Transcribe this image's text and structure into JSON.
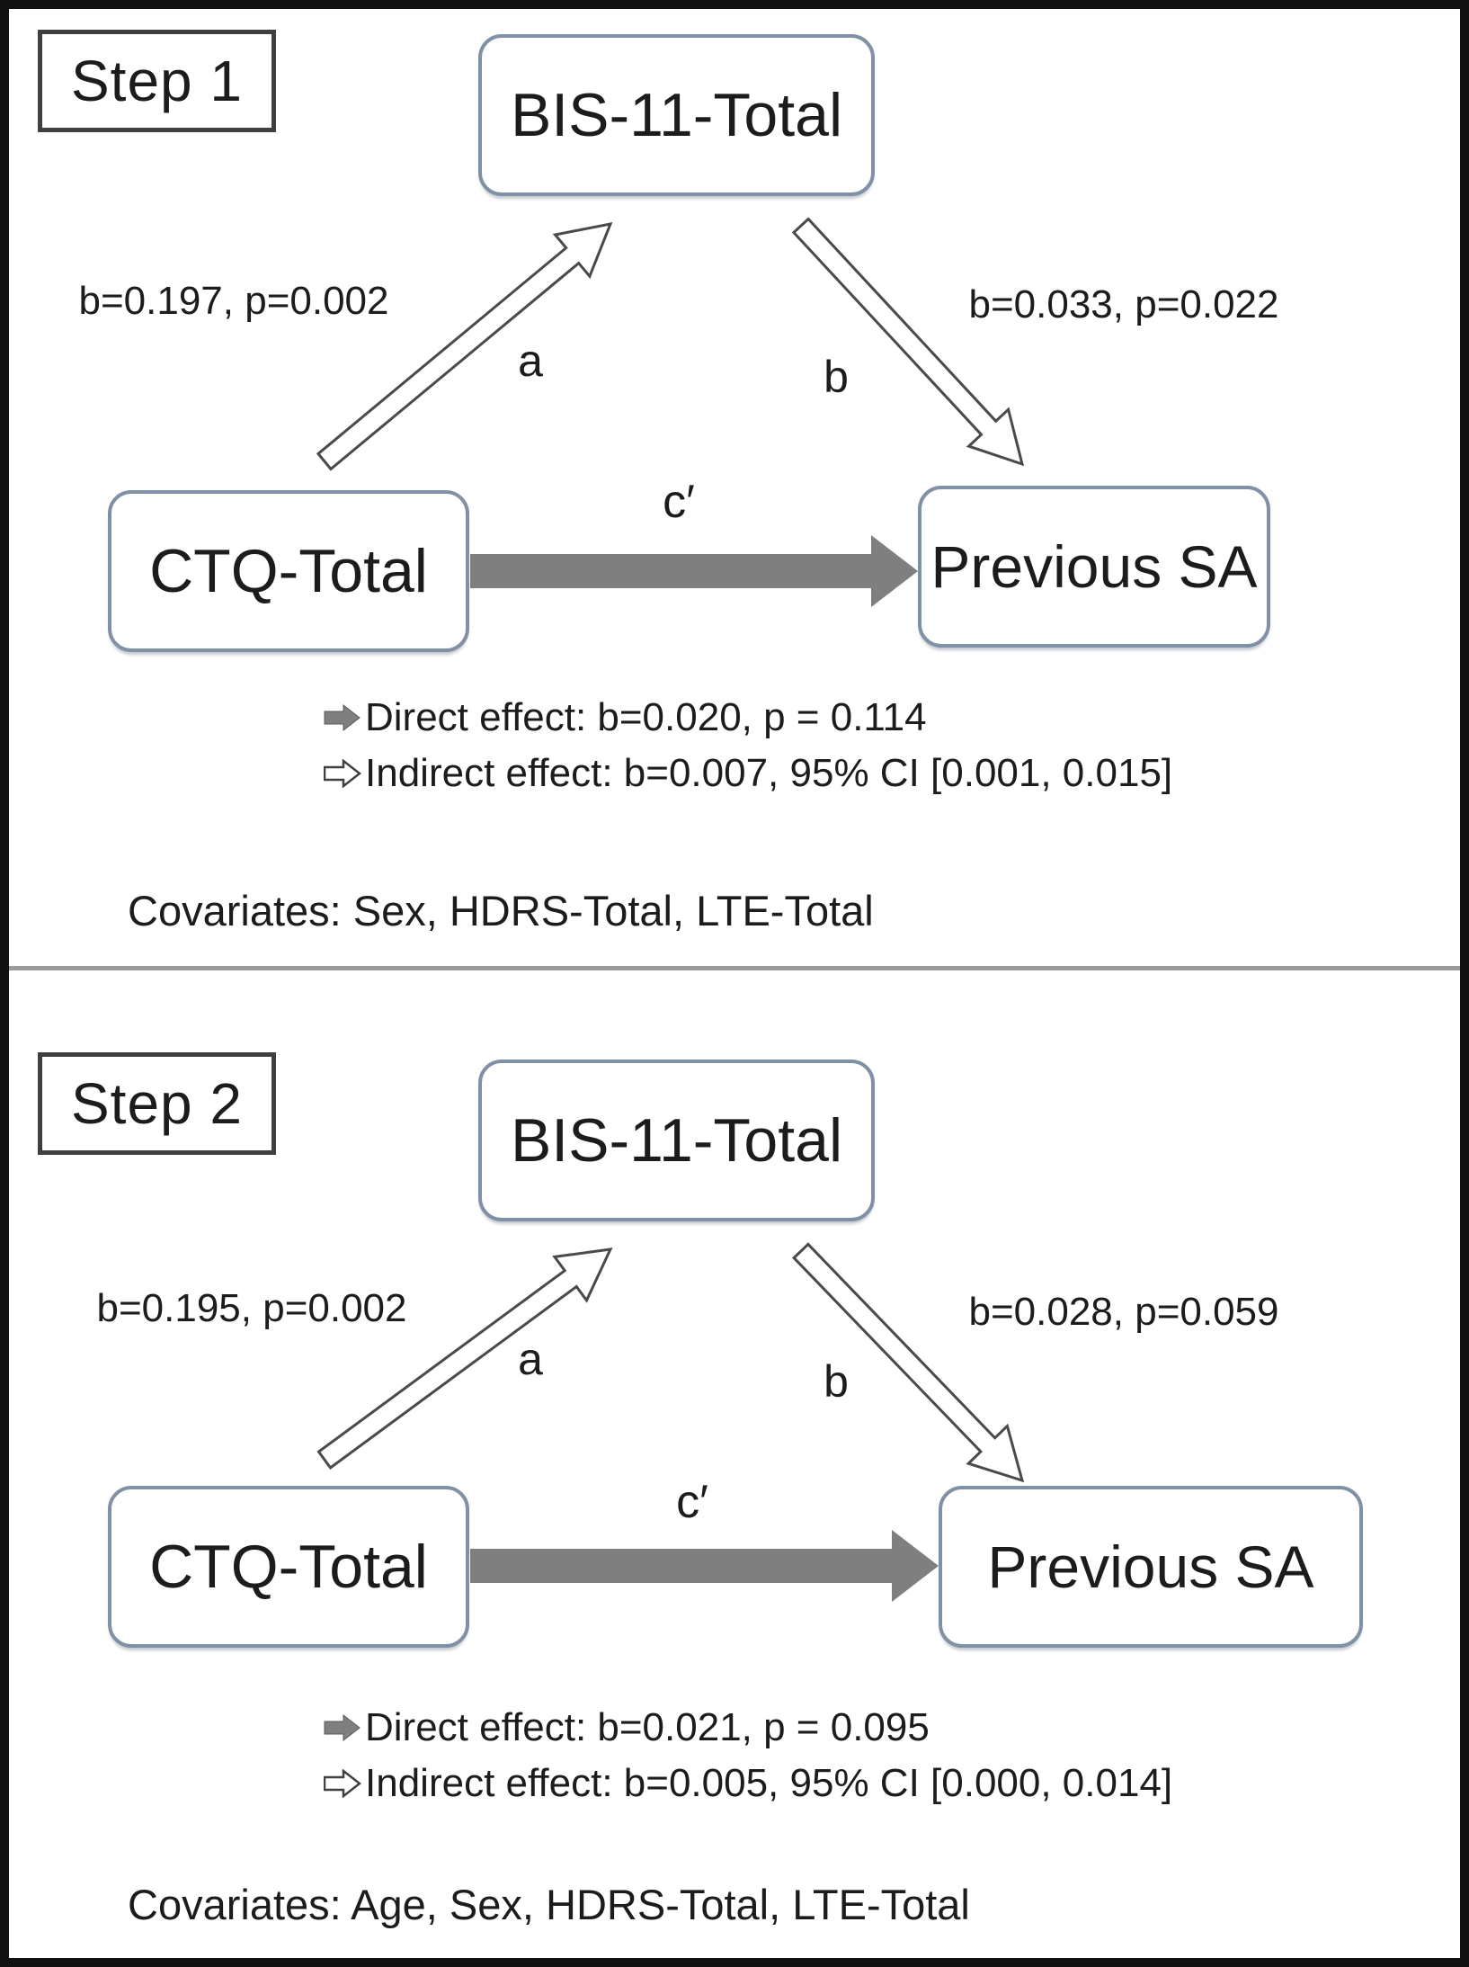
{
  "panels": [
    {
      "step_label": "Step 1",
      "mediator": "BIS-11-Total",
      "predictor": "CTQ-Total",
      "outcome": "Previous SA",
      "path_a": {
        "label": "b=0.197, p=0.002",
        "letter": "a"
      },
      "path_b": {
        "label": "b=0.033, p=0.022",
        "letter": "b"
      },
      "path_c": {
        "letter": "c′"
      },
      "direct_effect": "Direct effect: b=0.020, p = 0.114",
      "indirect_effect": "Indirect effect: b=0.007, 95% CI [0.001, 0.015]",
      "covariates": "Covariates: Sex, HDRS-Total, LTE-Total"
    },
    {
      "step_label": "Step 2",
      "mediator": "BIS-11-Total",
      "predictor": "CTQ-Total",
      "outcome": "Previous SA",
      "path_a": {
        "label": "b=0.195, p=0.002",
        "letter": "a"
      },
      "path_b": {
        "label": "b=0.028, p=0.059",
        "letter": "b"
      },
      "path_c": {
        "letter": "c′"
      },
      "direct_effect": "Direct effect: b=0.021, p = 0.095",
      "indirect_effect": "Indirect effect: b=0.005, 95% CI [0.000, 0.014]",
      "covariates": "Covariates: Age, Sex, HDRS-Total, LTE-Total"
    }
  ],
  "icons": {
    "direct": "solid-right-arrow-icon",
    "indirect": "hollow-right-arrow-icon"
  },
  "colors": {
    "text": "#1c1c1c",
    "node_border": "#8091a5",
    "step_border": "#3f3f3f",
    "frame": "#111111",
    "divider": "#9a9a9a",
    "direct_arrow": "#7f7f7f",
    "arrow_outline": "#4a4a4a"
  }
}
